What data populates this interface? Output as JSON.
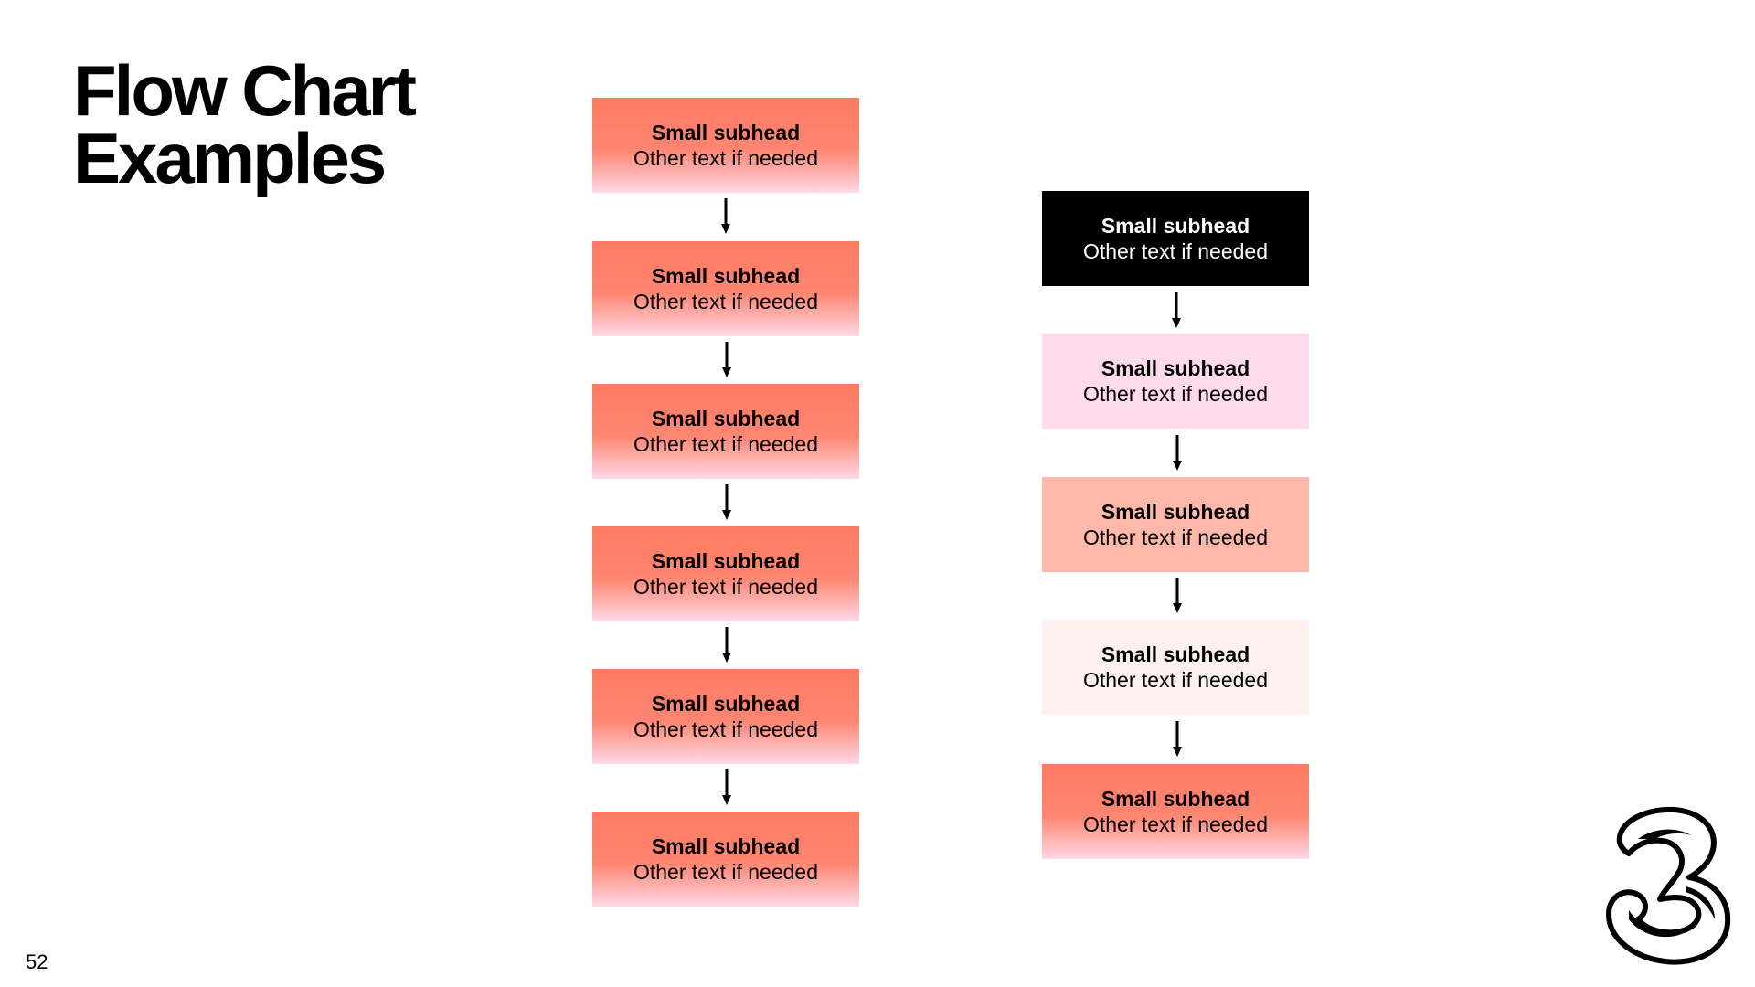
{
  "title": {
    "line1": "Flow Chart",
    "line2": "Examples"
  },
  "page_number": "52",
  "left_flow": [
    {
      "head": "Small subhead",
      "sub": "Other text if needed"
    },
    {
      "head": "Small subhead",
      "sub": "Other text if needed"
    },
    {
      "head": "Small subhead",
      "sub": "Other text if needed"
    },
    {
      "head": "Small subhead",
      "sub": "Other text if needed"
    },
    {
      "head": "Small subhead",
      "sub": "Other text if needed"
    },
    {
      "head": "Small subhead",
      "sub": "Other text if needed"
    }
  ],
  "right_flow": [
    {
      "head": "Small subhead",
      "sub": "Other text if needed"
    },
    {
      "head": "Small subhead",
      "sub": "Other text if needed"
    },
    {
      "head": "Small subhead",
      "sub": "Other text if needed"
    },
    {
      "head": "Small subhead",
      "sub": "Other text if needed"
    },
    {
      "head": "Small subhead",
      "sub": "Other text if needed"
    }
  ],
  "colors": {
    "gradient_top": "#ff7a61",
    "gradient_bottom": "#ffd8e6",
    "black_box": "#000000",
    "pink_box": "#ffdaea",
    "salmon_box": "#ffb8aa",
    "cream_box": "#fdf1f0"
  },
  "logo_icon": "three-logo-icon"
}
